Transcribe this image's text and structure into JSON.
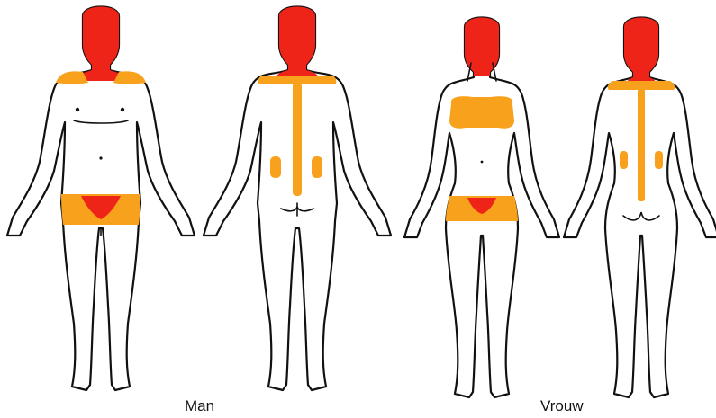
{
  "colors": {
    "background": "#ffffff",
    "outline": "#111111",
    "red_zone": "#ee2418",
    "orange_zone": "#f7a11c"
  },
  "captions": {
    "man": "Man",
    "vrouw": "Vrouw"
  },
  "figures": [
    {
      "id": "man-front",
      "sex": "man",
      "view": "front",
      "red_zones": [
        "head",
        "neck",
        "pelvis"
      ],
      "orange_zones": [
        "shoulders",
        "hips"
      ]
    },
    {
      "id": "man-back",
      "sex": "man",
      "view": "back",
      "red_zones": [
        "head",
        "neck"
      ],
      "orange_zones": [
        "shoulders",
        "spine",
        "lower-back-sides"
      ]
    },
    {
      "id": "vrouw-front",
      "sex": "vrouw",
      "view": "front",
      "red_zones": [
        "head",
        "neck",
        "pelvis"
      ],
      "orange_zones": [
        "chest",
        "hips"
      ]
    },
    {
      "id": "vrouw-back",
      "sex": "vrouw",
      "view": "back",
      "red_zones": [
        "head",
        "neck"
      ],
      "orange_zones": [
        "shoulders",
        "spine",
        "lower-back-sides"
      ]
    }
  ]
}
